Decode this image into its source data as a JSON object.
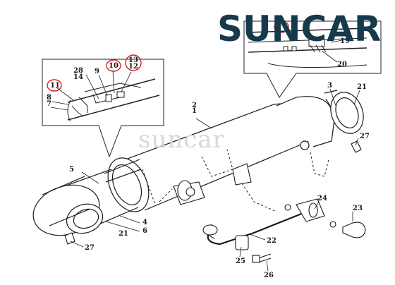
{
  "brand": {
    "name": "SUNCAR",
    "color_dark": "#163a4c",
    "color_accent": "#1c7fa0"
  },
  "watermark": "suncar",
  "callouts": {
    "c1": "1",
    "c2": "2",
    "c3": "3",
    "c4": "4",
    "c5": "5",
    "c6": "6",
    "c7": "7",
    "c8": "8",
    "c9": "9",
    "c10": "10",
    "c11": "11",
    "c12": "12",
    "c13": "13",
    "c14": "14",
    "c19": "19",
    "c20": "20",
    "c21a": "21",
    "c21b": "21",
    "c22": "22",
    "c23": "23",
    "c24": "24",
    "c25": "25",
    "c26": "26",
    "c27a": "27",
    "c27b": "27",
    "c28": "28"
  },
  "highlighted": [
    "10",
    "11",
    "12",
    "13"
  ],
  "highlight_color": "#d42020"
}
